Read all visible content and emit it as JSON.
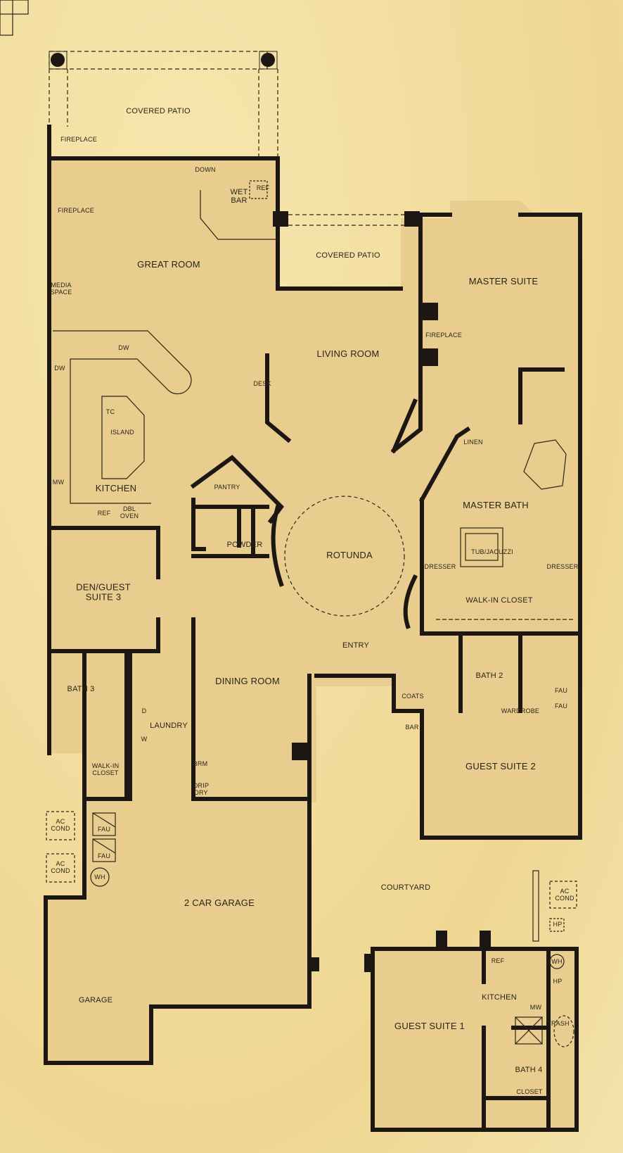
{
  "colors": {
    "paper": "#f3dea0",
    "room_fill": "#e8cd8e",
    "wall": "#1c1712",
    "text": "#2a2418"
  },
  "rooms": {
    "covered_patio_top": "COVERED PATIO",
    "fireplace_patio": "FIREPLACE",
    "down": "DOWN",
    "wet_bar": "WET\nBAR",
    "ref_wetbar": "REF",
    "fireplace_great": "FIREPLACE",
    "media_space": "MEDIA\nSPACE",
    "great_room": "GREAT ROOM",
    "covered_patio_mid": "COVERED PATIO",
    "master_suite": "MASTER SUITE",
    "fireplace_master": "FIREPLACE",
    "living_room": "LIVING ROOM",
    "desk": "DESK",
    "dw_1": "DW",
    "dw_2": "DW",
    "tc": "TC",
    "island": "ISLAND",
    "mw_kitchen": "MW",
    "kitchen": "KITCHEN",
    "ref_kitchen": "REF",
    "dbl_oven": "DBL\nOVEN",
    "pantry": "PANTRY",
    "powder": "POWDER",
    "linen": "LINEN",
    "master_bath": "MASTER BATH",
    "tub_jacuzzi": "TUB/JACUZZI",
    "dresser_left": "DRESSER",
    "dresser_right": "DRESSER",
    "walk_in_closet_master": "WALK-IN CLOSET",
    "rotunda": "ROTUNDA",
    "den_guest_suite_3": "DEN/GUEST\nSUITE 3",
    "entry": "ENTRY",
    "dining_room": "DINING ROOM",
    "bath_3": "BATH 3",
    "laundry": "LAUNDRY",
    "d": "D",
    "w": "W",
    "walk_in_closet_3": "WALK-IN\nCLOSET",
    "brm": "BRM",
    "drip_dry": "DRIP\nDRY",
    "coats": "COATS",
    "bar": "BAR",
    "bath_2": "BATH 2",
    "wardrobe": "WARDROBE",
    "fau_1": "FAU",
    "fau_2": "FAU",
    "guest_suite_2": "GUEST SUITE 2",
    "ac_cond_1": "AC\nCOND",
    "ac_cond_2": "AC\nCOND",
    "fau_3": "FAU",
    "fau_4": "FAU",
    "wh_garage": "WH",
    "two_car_garage": "2 CAR GARAGE",
    "garage": "GARAGE",
    "courtyard": "COURTYARD",
    "ac_cond_3": "AC\nCOND",
    "hp_1": "HP",
    "guest_suite_1": "GUEST SUITE 1",
    "ref_casita": "REF",
    "kitchen_casita": "KITCHEN",
    "mw_casita": "MW",
    "wh_casita": "WH",
    "hp_2": "HP",
    "trash": "TRASH",
    "bath_4": "BATH 4",
    "closet_casita": "CLOSET"
  }
}
